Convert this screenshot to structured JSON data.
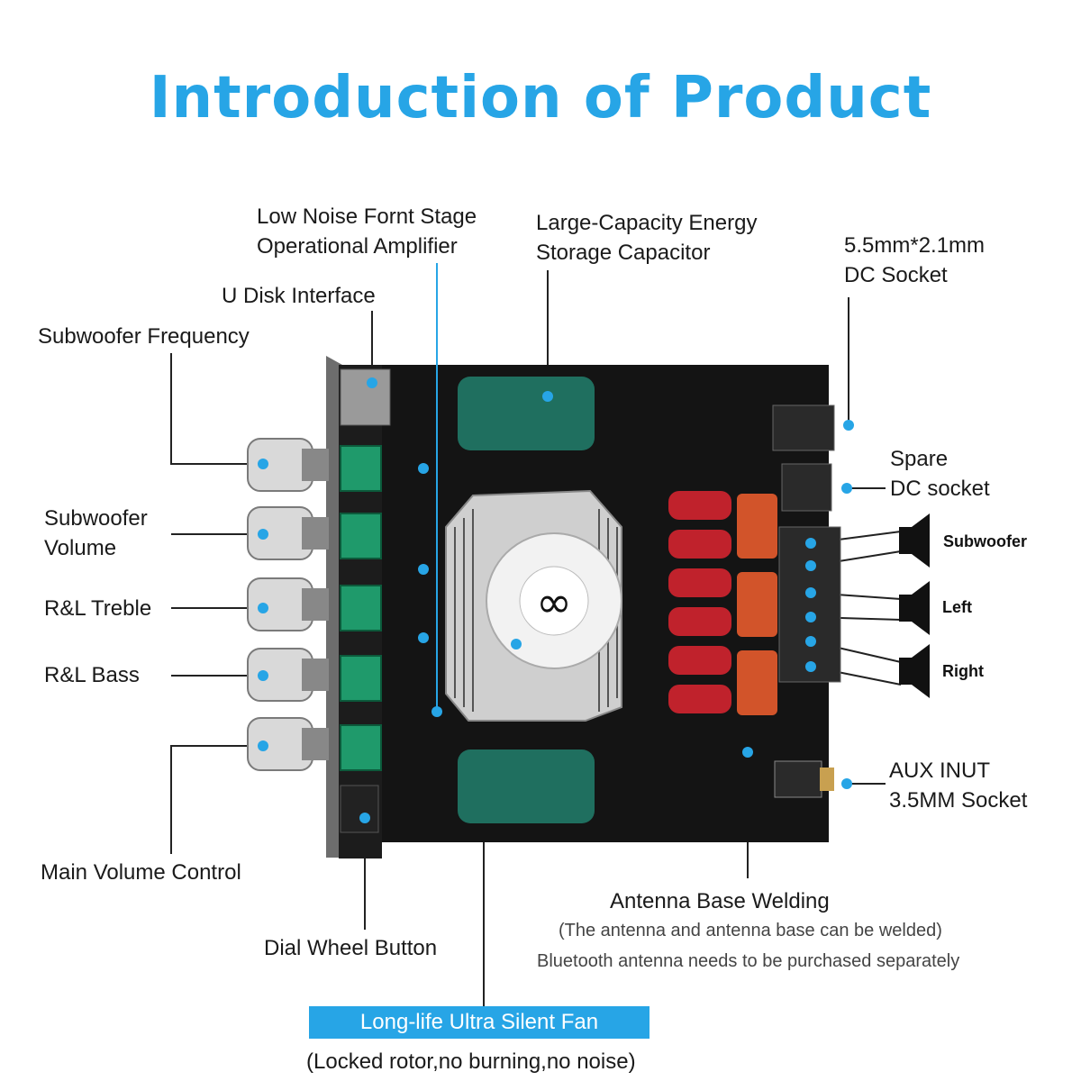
{
  "title": "Introduction of Product",
  "labels": {
    "op_amp_line1": "Low Noise Fornt Stage",
    "op_amp_line2": "Operational Amplifier",
    "capacitor_line1": "Large-Capacity Energy",
    "capacitor_line2": "Storage Capacitor",
    "dc_socket_line1": "5.5mm*2.1mm",
    "dc_socket_line2": "DC Socket",
    "u_disk": "U Disk Interface",
    "sub_freq": "Subwoofer Frequency",
    "sub_vol_line1": "Subwoofer",
    "sub_vol_line2": "Volume",
    "treble": "R&L Treble",
    "bass": "R&L Bass",
    "main_volume": "Main Volume Control",
    "dial_wheel": "Dial Wheel Button",
    "spare_dc_line1": "Spare",
    "spare_dc_line2": "DC socket",
    "aux_line1": "AUX INUT",
    "aux_line2": "3.5MM Socket",
    "antenna": "Antenna Base Welding",
    "antenna_note1": "(The antenna and antenna base can be welded)",
    "antenna_note2": "Bluetooth antenna needs to be purchased separately",
    "fan": "Long-life Ultra Silent Fan",
    "fan_note": "(Locked rotor,no burning,no noise)"
  },
  "speakers": {
    "subwoofer": "Subwoofer",
    "left": "Left",
    "right": "Right"
  },
  "colors": {
    "accent": "#27a5e6",
    "board": "#141414",
    "knob_silver": "#d9d9d9",
    "pot_green": "#1f9a6b",
    "capacitor_green": "#1f6f5f",
    "inductor_red": "#c0222c",
    "cap_orange": "#d2542a"
  },
  "icons": {
    "marker": "dot-marker-icon",
    "speaker": "speaker-icon",
    "logo": "infinity-logo-icon"
  }
}
